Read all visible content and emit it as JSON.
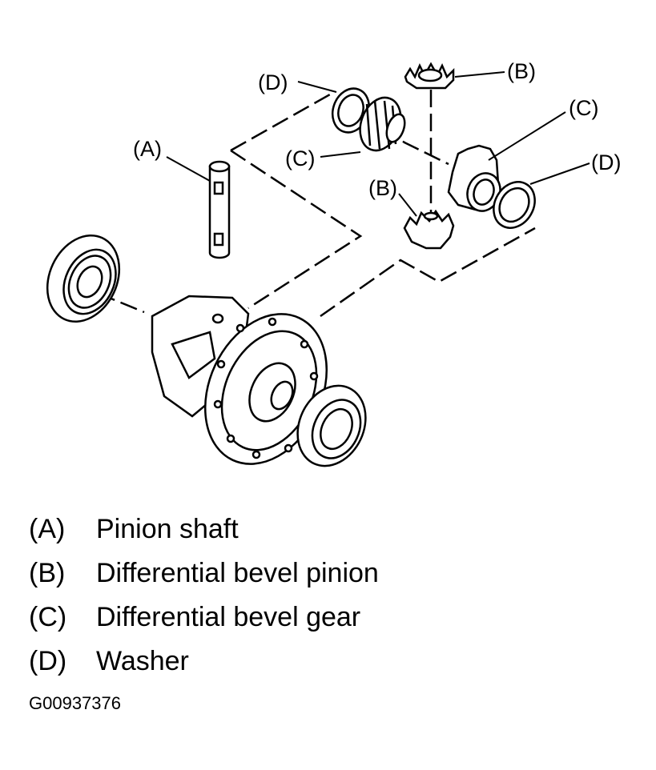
{
  "callouts": {
    "a": "(A)",
    "b_top": "(B)",
    "b_bottom": "(B)",
    "c_left": "(C)",
    "c_right": "(C)",
    "d_left": "(D)",
    "d_right": "(D)"
  },
  "legend": [
    {
      "key": "(A)",
      "label": "Pinion shaft"
    },
    {
      "key": "(B)",
      "label": "Differential bevel pinion"
    },
    {
      "key": "(C)",
      "label": "Differential bevel gear"
    },
    {
      "key": "(D)",
      "label": "Washer"
    }
  ],
  "figure_id": "G00937376"
}
